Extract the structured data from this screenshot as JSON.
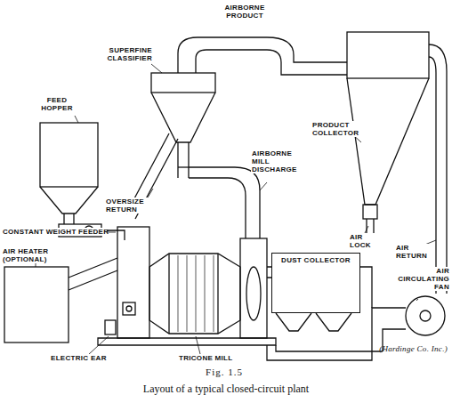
{
  "diagram": {
    "caption": "Layout of a typical closed-circuit plant",
    "nodes": [
      {
        "text": [
          "DUST COLLECTOR"
        ]
      }
    ],
    "labels": [
      "AIRBORNE PRODUCT",
      "SUPERFINE CLASSIFIER",
      "FEED HOPPER",
      "PRODUCT COLLECTOR",
      "OVERSIZE RETURN",
      "AIRBORNE MILL DISCHARGE",
      "AIR LOCK",
      "AIR RETURN",
      "CONSTANT WEIGHT FEEDER",
      "AIR HEATER (OPTIONAL)",
      "AIR CIRCULATING FAN",
      "ELECTRIC EAR",
      "TRICONE MILL",
      "(Hardinge Co. Inc.)",
      "Fig. 1.5"
    ]
  }
}
